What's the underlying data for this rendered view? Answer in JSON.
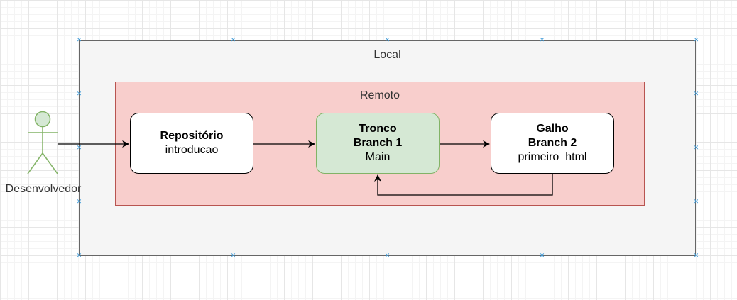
{
  "diagram": {
    "containers": {
      "local": {
        "label": "Local"
      },
      "remoto": {
        "label": "Remoto"
      }
    },
    "actor": {
      "label": "Desenvolvedor"
    },
    "nodes": {
      "repositorio": {
        "title": "Repositório",
        "subtitle": "introducao"
      },
      "tronco": {
        "title": "Tronco",
        "title2": "Branch 1",
        "subtitle": "Main"
      },
      "galho": {
        "title": "Galho",
        "title2": "Branch 2",
        "subtitle": "primeiro_html"
      }
    },
    "colors": {
      "local_fill": "#f5f5f5",
      "local_stroke": "#666666",
      "remoto_fill": "#f8cecc",
      "remoto_stroke": "#b85450",
      "tronco_fill": "#d5e8d4",
      "tronco_stroke": "#82b366",
      "actor_fill": "#d5e8d4",
      "actor_stroke": "#82b366",
      "selection_handle": "#3d9ad8"
    },
    "edges": [
      {
        "from": "actor",
        "to": "repositorio"
      },
      {
        "from": "repositorio",
        "to": "tronco"
      },
      {
        "from": "tronco",
        "to": "galho"
      },
      {
        "from": "galho",
        "to": "tronco"
      }
    ]
  }
}
